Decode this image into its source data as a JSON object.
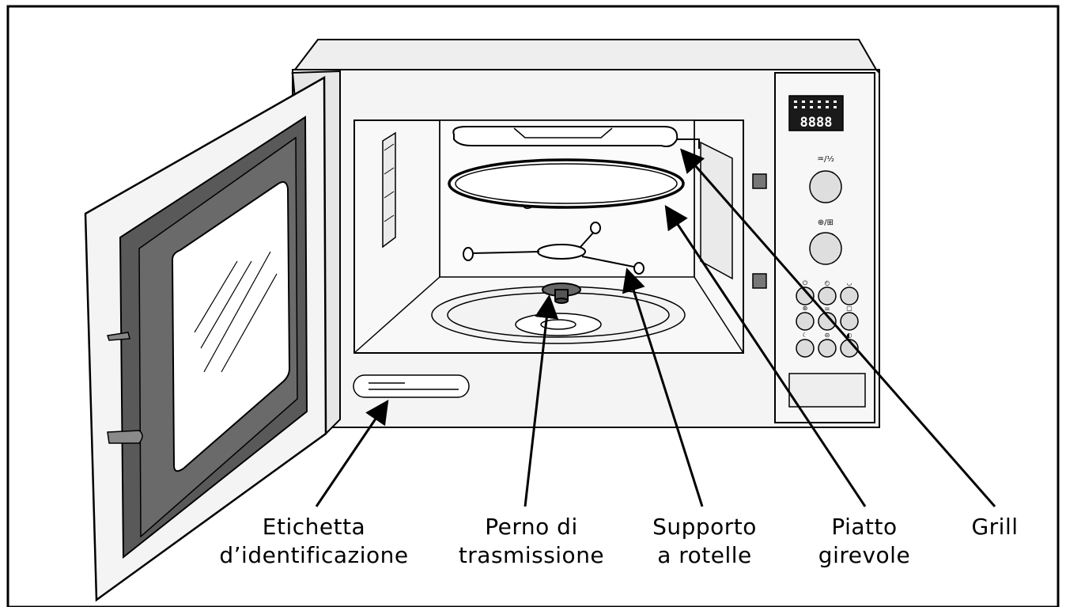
{
  "labels": {
    "etichetta": [
      "Etichetta",
      "d’identificazione"
    ],
    "perno": [
      "Perno di",
      "trasmissione"
    ],
    "supporto": [
      "Supporto",
      "a rotelle"
    ],
    "piatto": [
      "Piatto",
      "girevole"
    ],
    "grill": [
      "Grill"
    ]
  },
  "display": {
    "digits": "8888"
  },
  "control_panel": {
    "dial1_symbol": "♒/⅟₂",
    "dial2_symbol": "⊕/⊞",
    "button_symbols": [
      "⏻",
      "◴",
      "◡",
      "⊛",
      "⚌",
      "▢",
      "☾",
      "⊝",
      "◐"
    ]
  },
  "colors": {
    "ink": "#000000",
    "panel_fill": "#f2f2f2",
    "gasket": "#5a5a5a",
    "window": "#ffffff",
    "display_bg": "#1a1a1a"
  }
}
